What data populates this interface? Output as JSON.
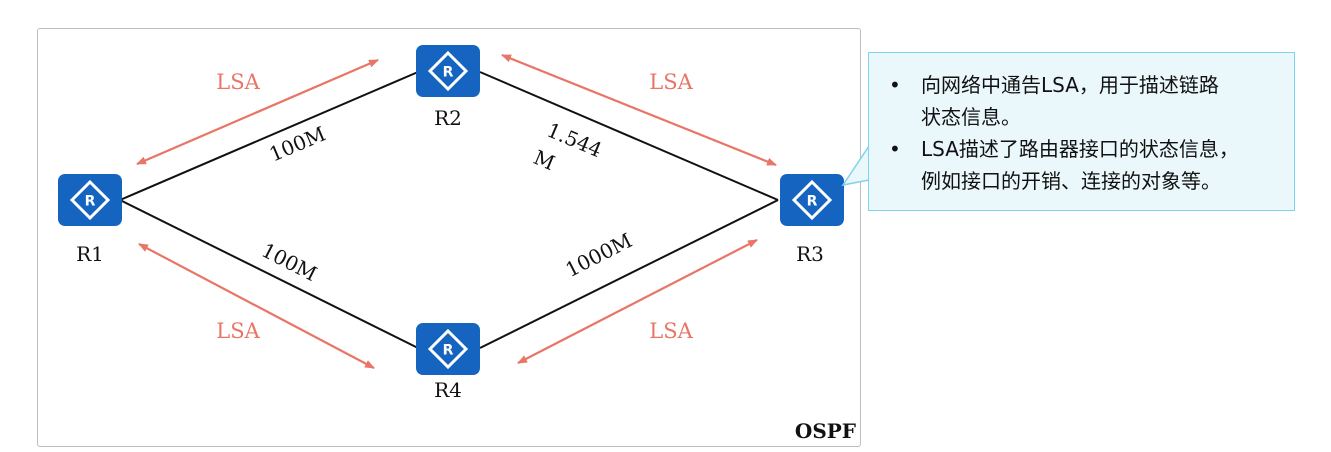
{
  "diagram": {
    "protocol_tag": "OSPF",
    "routers": [
      {
        "id": "r1",
        "label": "R1"
      },
      {
        "id": "r2",
        "label": "R2"
      },
      {
        "id": "r3",
        "label": "R3"
      },
      {
        "id": "r4",
        "label": "R4"
      }
    ],
    "links": [
      {
        "from": "R1",
        "to": "R2",
        "bandwidth": "100M"
      },
      {
        "from": "R2",
        "to": "R3",
        "bandwidth_line1": "1.544",
        "bandwidth_line2": "M"
      },
      {
        "from": "R1",
        "to": "R4",
        "bandwidth": "100M"
      },
      {
        "from": "R4",
        "to": "R3",
        "bandwidth": "1000M"
      }
    ],
    "lsa_labels": [
      "LSA",
      "LSA",
      "LSA",
      "LSA"
    ],
    "colors": {
      "router_fill": "#1565c0",
      "arrow": "#e87566",
      "link": "#111111",
      "callout_fill": "#eaf7fb",
      "callout_border": "#7fd3ea"
    },
    "router_icon": "router-diamond-icon"
  },
  "callout": {
    "bullets": [
      {
        "line1": "向网络中通告LSA，用于描述链路",
        "line2": "状态信息。"
      },
      {
        "line1": "LSA描述了路由器接口的状态信息，",
        "line2": "例如接口的开销、连接的对象等。"
      }
    ]
  }
}
